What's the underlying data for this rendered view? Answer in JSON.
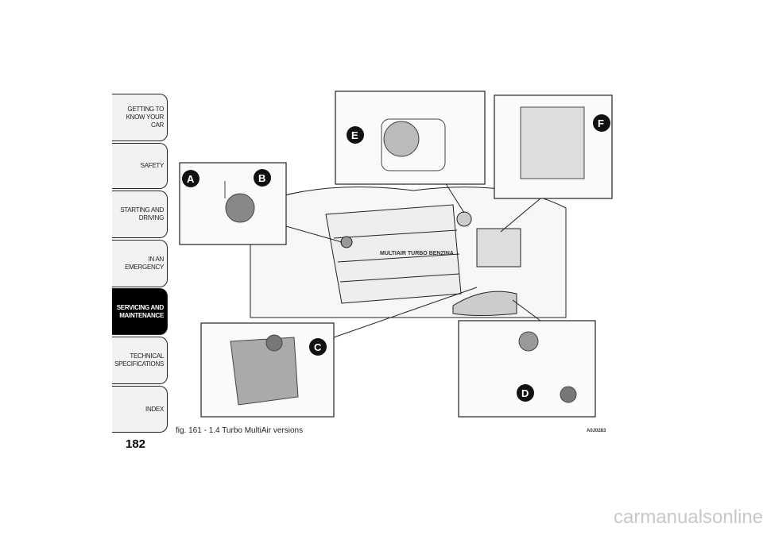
{
  "sidebar": {
    "tabs": [
      {
        "label": "GETTING TO KNOW YOUR CAR",
        "active": false
      },
      {
        "label": "SAFETY",
        "active": false
      },
      {
        "label": "STARTING AND DRIVING",
        "active": false
      },
      {
        "label": "IN AN EMERGENCY",
        "active": false
      },
      {
        "label": "SERVICING AND MAINTENANCE",
        "active": true
      },
      {
        "label": "TECHNICAL SPECIFICATIONS",
        "active": false
      },
      {
        "label": "INDEX",
        "active": false
      }
    ]
  },
  "page_number": "182",
  "figure": {
    "caption": "fig. 161 - 1.4 Turbo MultiAir versions",
    "code": "A0J0283",
    "callouts": [
      "A",
      "B",
      "C",
      "D",
      "E",
      "F"
    ],
    "engine_badge": "MULTIAIR TURBO BENZINA"
  },
  "watermark": "carmanualsonline.info"
}
